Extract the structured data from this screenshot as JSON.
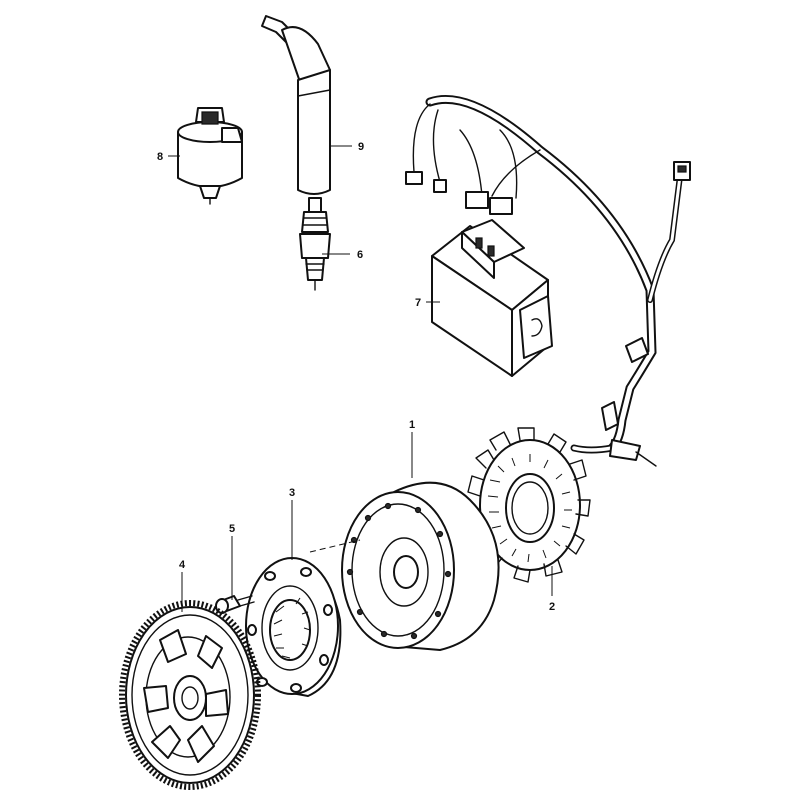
{
  "colors": {
    "line": "#111111",
    "background": "#ffffff",
    "shade": "#2a2a2a"
  },
  "callouts": [
    {
      "id": "flywheel-rotor",
      "label": "1"
    },
    {
      "id": "stator",
      "label": "2"
    },
    {
      "id": "starter-clutch",
      "label": "3"
    },
    {
      "id": "starter-gear",
      "label": "4"
    },
    {
      "id": "bolt",
      "label": "5"
    },
    {
      "id": "spark-plug",
      "label": "6"
    },
    {
      "id": "cdi-unit",
      "label": "7"
    },
    {
      "id": "ignition-coil",
      "label": "8"
    },
    {
      "id": "plug-cap",
      "label": "9"
    }
  ]
}
